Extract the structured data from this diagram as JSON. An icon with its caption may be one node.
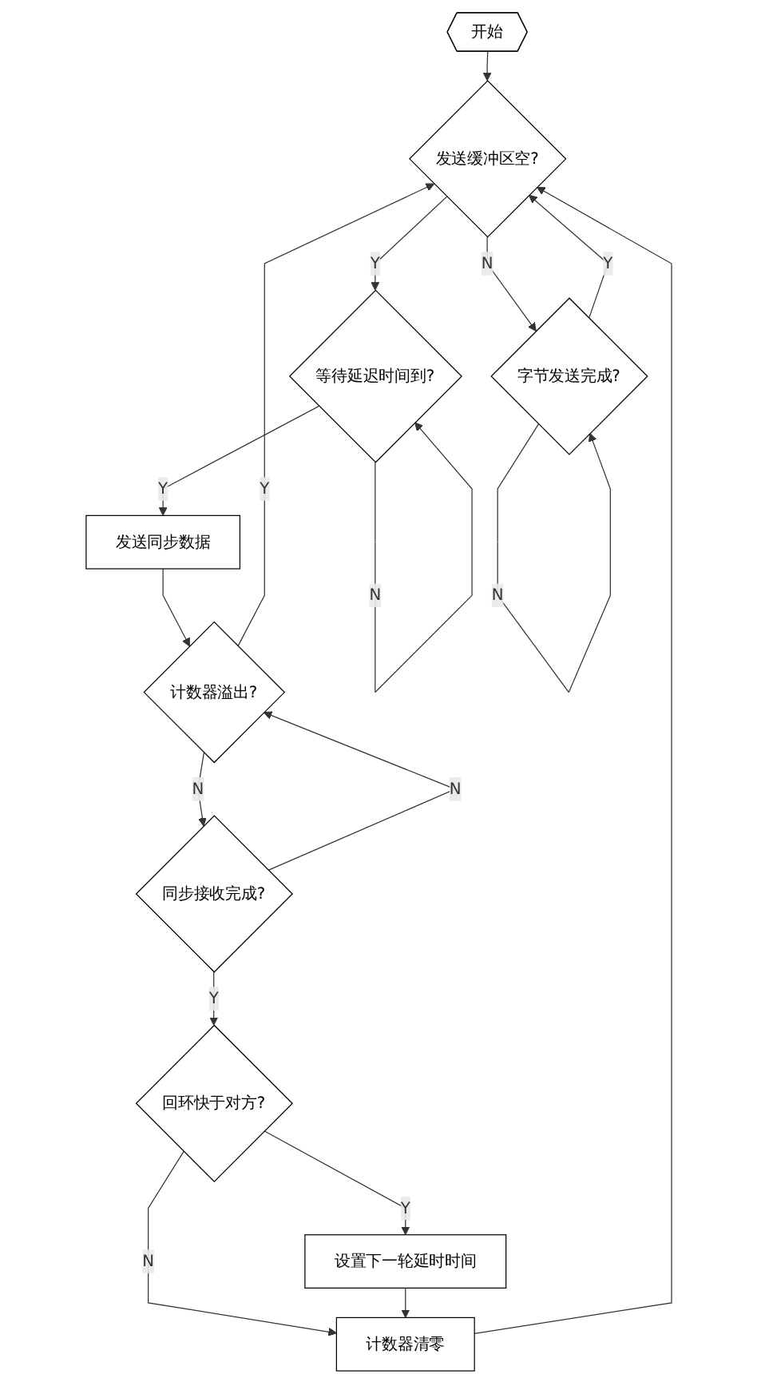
{
  "diagram": {
    "nodes": [
      {
        "text": [
          "开始"
        ]
      },
      {
        "text": [
          "发送缓冲区空?"
        ]
      },
      {
        "text": [
          "等待延迟时间到?"
        ]
      },
      {
        "text": [
          "发送同步数据"
        ]
      },
      {
        "text": [
          "计数器溢出?"
        ]
      },
      {
        "text": [
          "同步接收完成?"
        ]
      },
      {
        "text": [
          "回环快于对方?"
        ]
      },
      {
        "text": [
          "设置下一轮延时时间"
        ]
      },
      {
        "text": [
          "计数器清零"
        ]
      },
      {
        "text": [
          "字节发送完成?"
        ]
      }
    ],
    "edges": [
      {
        "from": 0,
        "to": 1,
        "arrow": "to"
      },
      {
        "from": 1,
        "to": 2,
        "arrow": "to",
        "label": "Y"
      },
      {
        "from": 2,
        "to": 2,
        "arrow": "to",
        "label": "N"
      },
      {
        "from": 2,
        "to": 3,
        "arrow": "to",
        "label": "Y"
      },
      {
        "from": 3,
        "to": 4,
        "arrow": "to"
      },
      {
        "from": 4,
        "to": 1,
        "arrow": "to",
        "label": "Y"
      },
      {
        "from": 4,
        "to": 5,
        "arrow": "to",
        "label": "N"
      },
      {
        "from": 5,
        "to": 4,
        "arrow": "to",
        "label": "N"
      },
      {
        "from": 5,
        "to": 6,
        "arrow": "to",
        "label": "Y"
      },
      {
        "from": 6,
        "to": 7,
        "arrow": "to",
        "label": "Y"
      },
      {
        "from": 6,
        "to": 8,
        "arrow": "to",
        "label": "N"
      },
      {
        "from": 7,
        "to": 8,
        "arrow": "to"
      },
      {
        "from": 8,
        "to": 1,
        "arrow": "to"
      },
      {
        "from": 1,
        "to": 9,
        "arrow": "to",
        "label": "N"
      },
      {
        "from": 9,
        "to": 9,
        "arrow": "to",
        "label": "N"
      },
      {
        "from": 9,
        "to": 1,
        "arrow": "to",
        "label": "Y"
      }
    ]
  }
}
